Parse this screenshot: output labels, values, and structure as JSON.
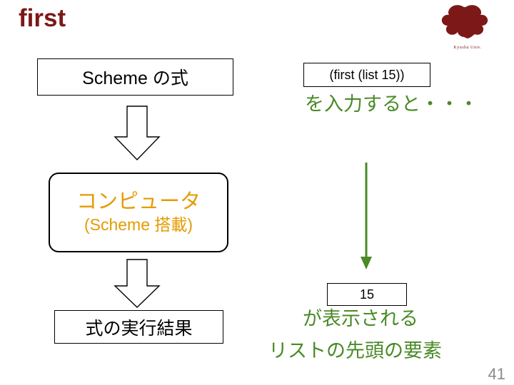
{
  "slide": {
    "title": "first",
    "page_number": "41",
    "colors": {
      "title": "#7d1818",
      "green": "#4a8a27",
      "orange": "#e59b00",
      "outline": "#000000",
      "page_number": "#8a8a8a"
    }
  },
  "logo": {
    "caption": "Kyushu Univ.",
    "icon": "university-logo-icon"
  },
  "flow": {
    "left": {
      "scheme_expression": "Scheme の式",
      "computer_line1": "コンピュータ",
      "computer_line2": "(Scheme 搭載)",
      "result": "式の実行結果"
    },
    "right": {
      "input_code": "(first (list 15))",
      "input_description": "を入力すると・・・",
      "output_value": "15",
      "output_description": "が表示される",
      "list_first_element": "リストの先頭の要素"
    },
    "arrows": {
      "arrow_down_1": "down-block-arrow",
      "arrow_down_2": "down-block-arrow",
      "arrow_green_long": "green-down-arrow"
    }
  }
}
